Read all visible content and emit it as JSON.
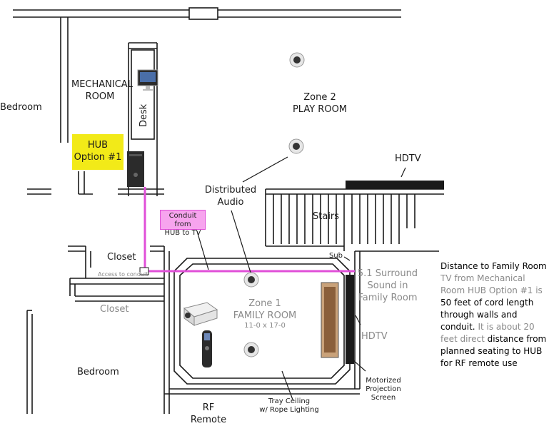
{
  "labels": {
    "bedroom_top": "Bedroom",
    "mechanical_room_line1": "MECHANICAL",
    "mechanical_room_line2": "ROOM",
    "desk": "Desk",
    "hub_line1": "HUB",
    "hub_line2": "Option #1",
    "zone2_line1": "Zone 2",
    "zone2_line2": "PLAY ROOM",
    "hdtv_top": "HDTV",
    "distributed_audio_line1": "Distributed",
    "distributed_audio_line2": "Audio",
    "stairs": "Stairs",
    "conduit_line1": "Conduit from",
    "conduit_line2": "HUB to TV",
    "closet_top": "Closet",
    "access_to_conduit": "Access to conduit",
    "closet_bottom": "Closet",
    "sub": "Sub",
    "surround_line1": "5.1 Surround",
    "surround_line2": "Sound in",
    "surround_line3": "Family Room",
    "zone1_line1": "Zone 1",
    "zone1_line2": "FAMILY ROOM",
    "zone1_dims": "11-0 x 17-0",
    "hdtv_right": "HDTV",
    "bedroom_bottom": "Bedroom",
    "rf_line1": "RF",
    "rf_line2": "Remote",
    "tray_line1": "Tray Ceiling",
    "tray_line2": "w/ Rope Lighting",
    "screen_line1": "Motorized",
    "screen_line2": "Projection",
    "screen_line3": "Screen"
  },
  "notes": {
    "n1": "Distance to Family Room",
    "n2": "TV from Mechanical Room HUB Option #1 is",
    "n3": "50 feet of cord length through walls and conduit.",
    "n4": "It is about 20 feet direct",
    "n5": "distance from planned seating to HUB for RF remote use"
  },
  "colors": {
    "wall": "#1a1a1a",
    "hub_highlight": "#f2ea18",
    "conduit": "#e04fd8",
    "conduit_box": "#f7a4ee",
    "muted_text": "#8a8a8a"
  },
  "icons": [
    "ceiling-speaker-icon",
    "imac-icon",
    "computer-tower-icon",
    "projector-icon",
    "remote-control-icon",
    "flat-tv-icon"
  ]
}
